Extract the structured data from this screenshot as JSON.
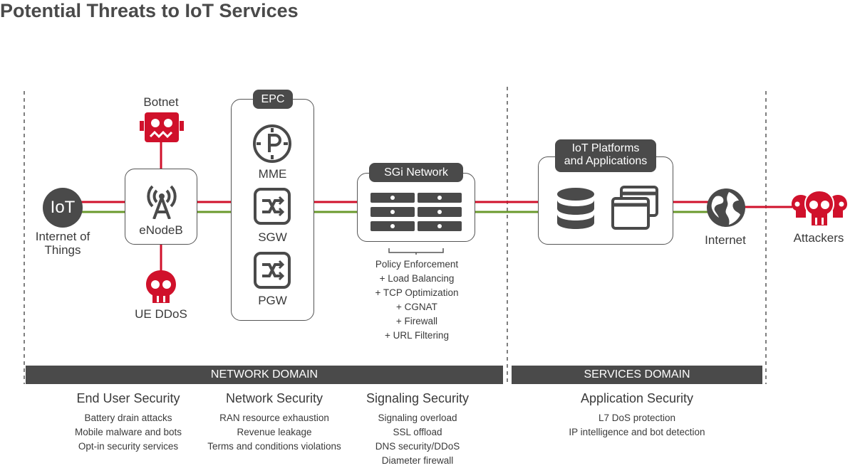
{
  "title": "Potential Threats to IoT Services",
  "colors": {
    "red": "#d0112b",
    "green": "#6a9a2c",
    "dark": "#4a4a4a"
  },
  "nodes": {
    "iot": {
      "badge": "IoT",
      "label_line1": "Internet of",
      "label_line2": "Things"
    },
    "botnet": {
      "label": "Botnet",
      "icon": "robot-icon"
    },
    "enodeb": {
      "label": "eNodeB",
      "icon": "antenna-icon"
    },
    "ue_ddos": {
      "label": "UE DDoS",
      "icon": "skull-icon"
    },
    "epc": {
      "title": "EPC",
      "components": [
        {
          "label": "MME",
          "icon": "mme-icon"
        },
        {
          "label": "SGW",
          "icon": "gateway-icon"
        },
        {
          "label": "PGW",
          "icon": "gateway-icon"
        }
      ]
    },
    "sgi": {
      "title": "SGi Network",
      "features": [
        "Policy Enforcement",
        "+ Load Balancing",
        "+ TCP Optimization",
        "+ CGNAT",
        "+ Firewall",
        "+ URL Filtering"
      ]
    },
    "platforms": {
      "title_line1": "IoT Platforms",
      "title_line2": "and Applications"
    },
    "internet": {
      "label": "Internet",
      "icon": "globe-icon"
    },
    "attackers": {
      "label": "Attackers",
      "icon": "skull-group-icon"
    }
  },
  "domains": {
    "network": "NETWORK DOMAIN",
    "services": "SERVICES DOMAIN"
  },
  "security": [
    {
      "heading": "End User Security",
      "items": [
        "Battery drain attacks",
        "Mobile malware and bots",
        "Opt-in security services"
      ]
    },
    {
      "heading": "Network Security",
      "items": [
        "RAN resource exhaustion",
        "Revenue leakage",
        "Terms and conditions violations"
      ]
    },
    {
      "heading": "Signaling Security",
      "items": [
        "Signaling overload",
        "SSL offload",
        "DNS security/DDoS",
        "Diameter firewall"
      ]
    },
    {
      "heading": "Application Security",
      "items": [
        "L7 DoS protection",
        "IP intelligence and bot detection"
      ]
    }
  ]
}
